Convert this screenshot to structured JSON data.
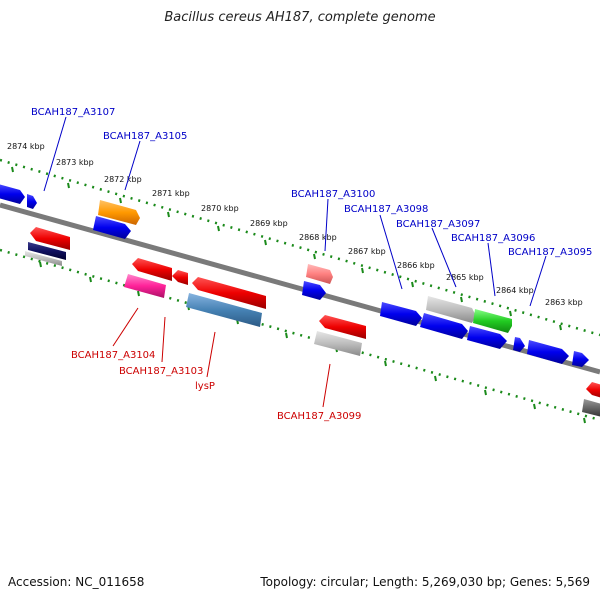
{
  "title": "Bacillus cereus AH187, complete genome",
  "accession": "Accession: NC_011658",
  "summary": "Topology: circular; Length: 5,269,030 bp; Genes: 5,569",
  "ruler_labels": [
    "2874 kbp",
    "2873 kbp",
    "2872 kbp",
    "2871 kbp",
    "2870 kbp",
    "2869 kbp",
    "2868 kbp",
    "2867 kbp",
    "2866 kbp",
    "2865 kbp",
    "2864 kbp",
    "2863 kbp"
  ],
  "forward_gene_labels": [
    "BCAH187_A3107",
    "BCAH187_A3105",
    "BCAH187_A3100",
    "BCAH187_A3098",
    "BCAH187_A3097",
    "BCAH187_A3096",
    "BCAH187_A3095"
  ],
  "reverse_gene_labels": [
    "BCAH187_A3104",
    "BCAH187_A3103",
    "lysP",
    "BCAH187_A3099"
  ],
  "colors": {
    "forward_label": "#0000c8",
    "reverse_label": "#cc0000",
    "backbone": "#7a7a7a",
    "ruler_dots": "#1a8a1a"
  }
}
